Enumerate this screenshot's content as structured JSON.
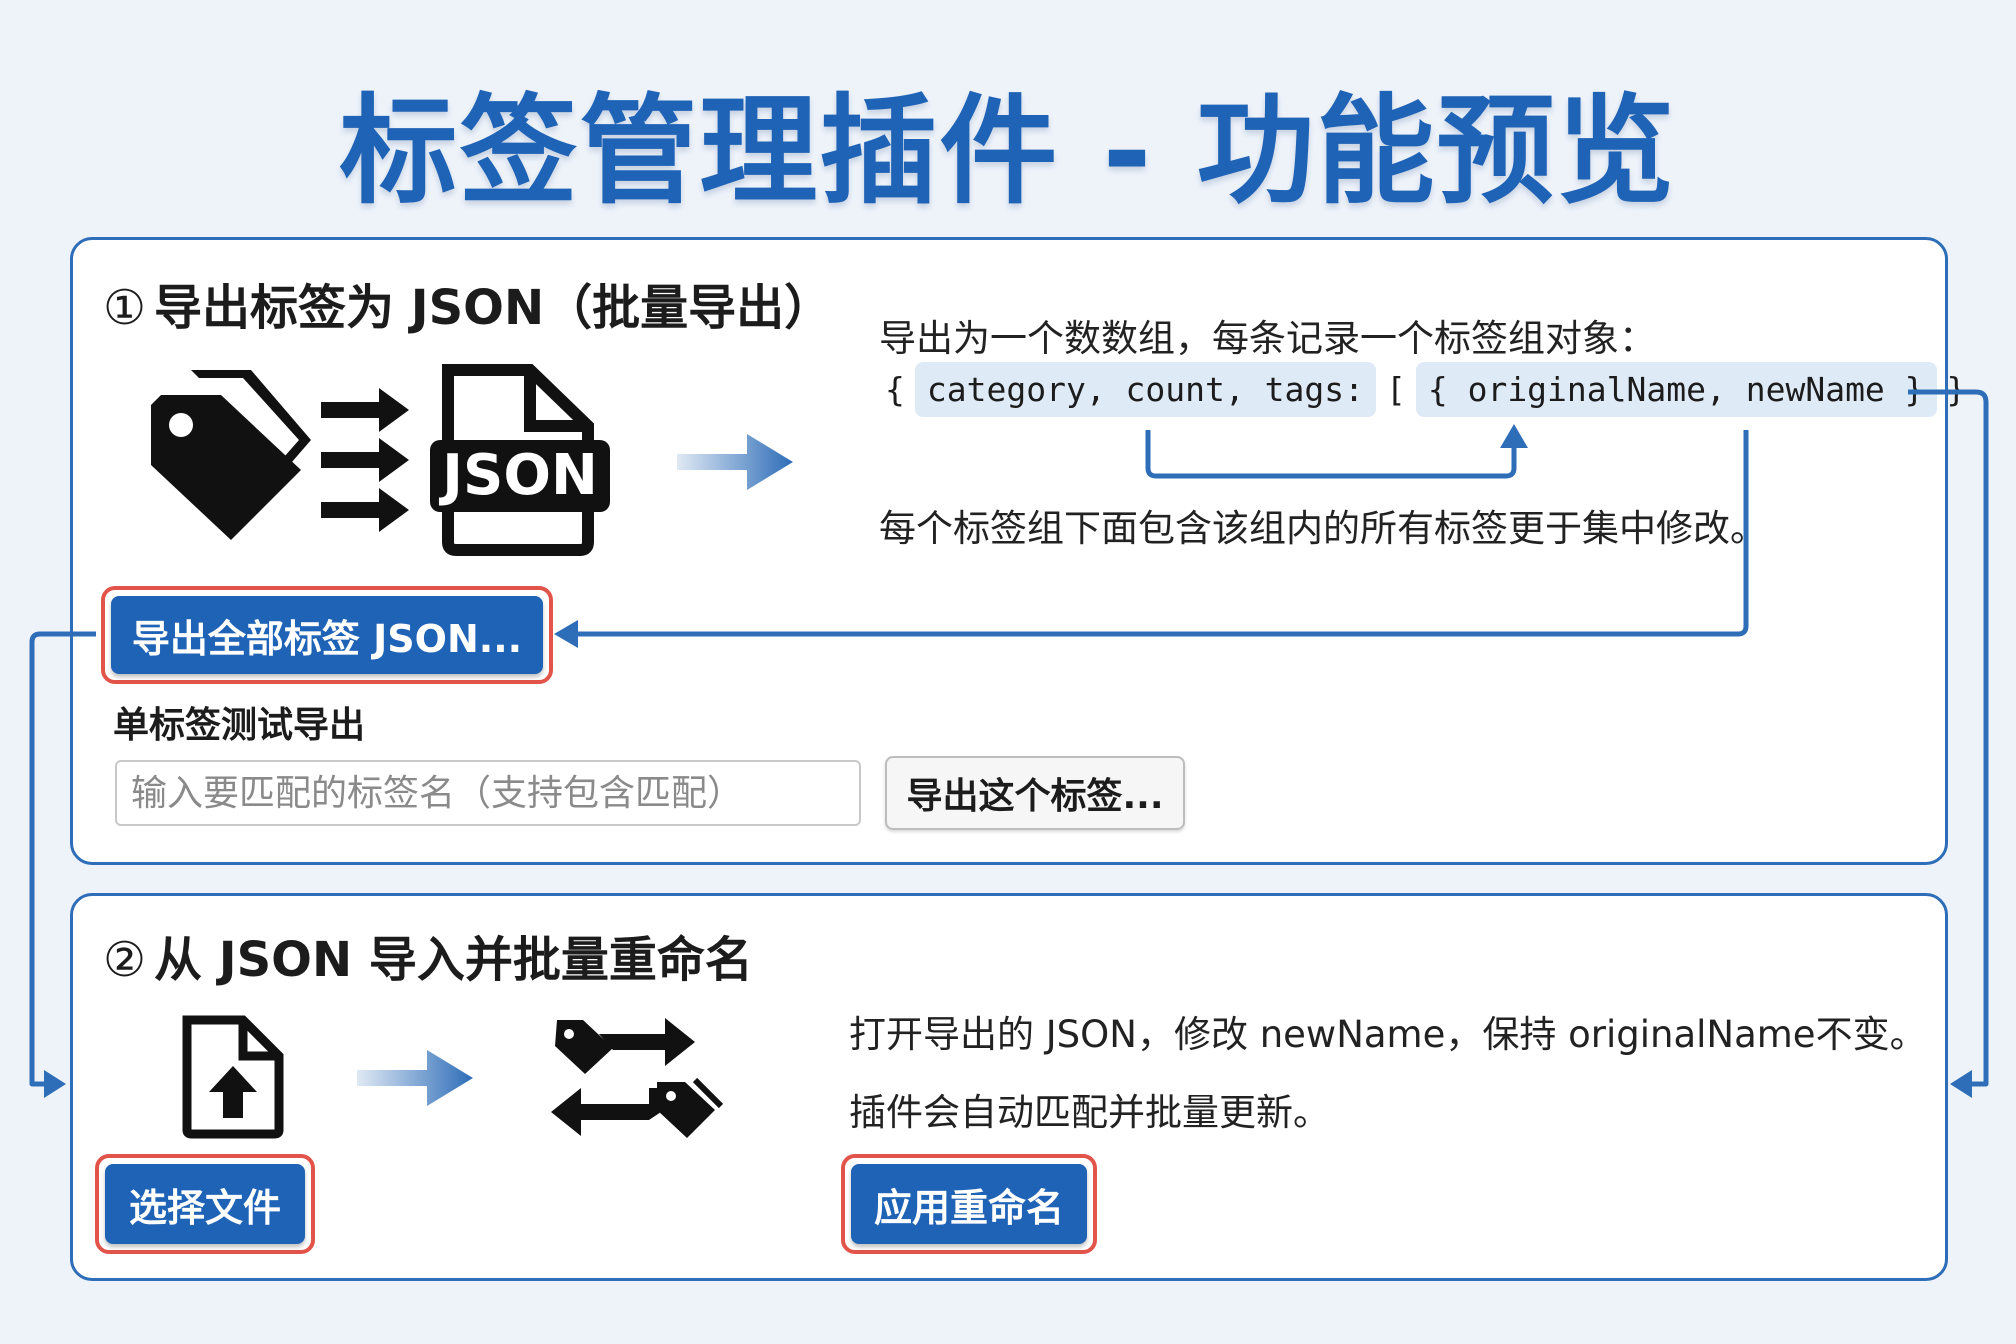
{
  "title": "标签管理插件 - 功能预览",
  "export_section": {
    "number": "①",
    "heading": "导出标签为 JSON（批量导出）",
    "desc_line1": "导出为一个数数组，每条记录一个标签组对象：",
    "code": {
      "open_brace": "{",
      "group_fields": "category, count, tags:",
      "open_bracket": "[",
      "tag_fields": "{ originalName, newName }",
      "close_brace": "}"
    },
    "desc_line2": "每个标签组下面包含该组内的所有标签更于集中修改。",
    "json_icon_label": "JSON",
    "export_all_button": "导出全部标签 JSON...",
    "single_test_label": "单标签测试导出",
    "tag_input_placeholder": "输入要匹配的标签名（支持包含匹配）",
    "export_one_button": "导出这个标签..."
  },
  "import_section": {
    "number": "②",
    "heading": "从 JSON 导入并批量重命名",
    "desc_line1": "打开导出的 JSON，修改 newName，保持 originalName不变。",
    "desc_line2": "插件会自动匹配并批量更新。",
    "choose_file_button": "选择文件",
    "apply_rename_button": "应用重命名"
  },
  "colors": {
    "accent": "#1f63b7",
    "highlight_border": "#e2544a",
    "chip_bg": "#dfeaf7",
    "page_bg": "#eef3fa"
  }
}
